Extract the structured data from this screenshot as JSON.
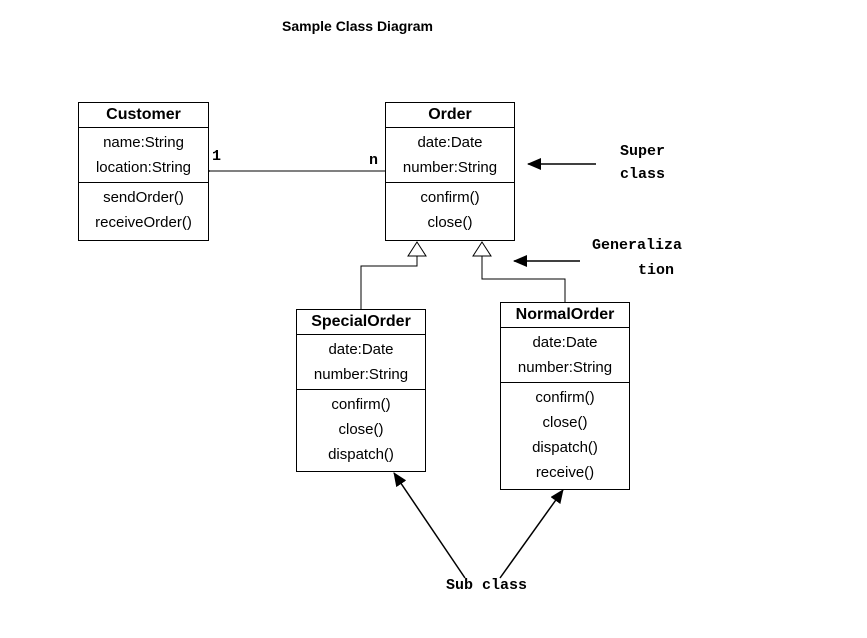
{
  "title": "Sample Class Diagram",
  "classes": {
    "customer": {
      "name": "Customer",
      "attributes": [
        "name:String",
        "location:String"
      ],
      "methods": [
        "sendOrder()",
        "receiveOrder()"
      ]
    },
    "order": {
      "name": "Order",
      "attributes": [
        "date:Date",
        "number:String"
      ],
      "methods": [
        "confirm()",
        "close()"
      ]
    },
    "special_order": {
      "name": "SpecialOrder",
      "attributes": [
        "date:Date",
        "number:String"
      ],
      "methods": [
        "confirm()",
        "close()",
        "dispatch()"
      ]
    },
    "normal_order": {
      "name": "NormalOrder",
      "attributes": [
        "date:Date",
        "number:String"
      ],
      "methods": [
        "confirm()",
        "close()",
        "dispatch()",
        "receive()"
      ]
    }
  },
  "association": {
    "customer_mult": "1",
    "order_mult": "n"
  },
  "annotations": {
    "super_line1": "Super",
    "super_line2": "class",
    "gen_line1": "Generaliza",
    "gen_line2": "tion",
    "sub": "Sub class"
  }
}
